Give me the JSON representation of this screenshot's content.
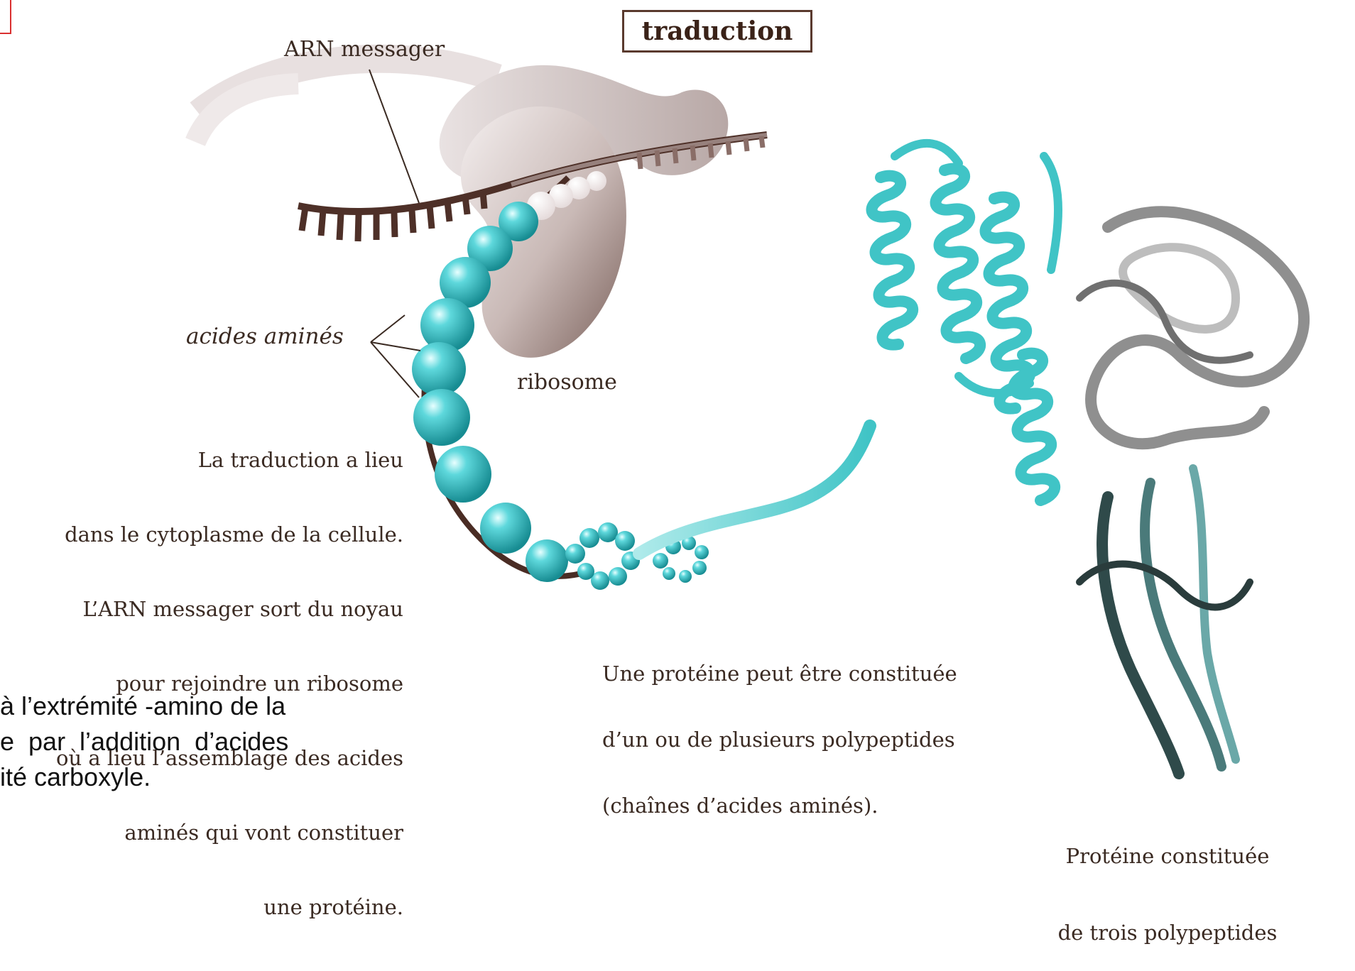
{
  "title": "traduction",
  "labels": {
    "mrna": "ARN messager",
    "amino_acids": "acides aminés",
    "ribosome": "ribosome"
  },
  "description": [
    "La traduction a lieu",
    "dans le cytoplasme de la cellule.",
    "L’ARN messager sort du noyau",
    "pour rejoindre un ribosome",
    "où a lieu l’assemblage des acides",
    "aminés qui vont constituer",
    "une protéine."
  ],
  "protein_note": [
    "Une protéine peut être constituée",
    "d’un ou de plusieurs polypeptides",
    "(chaînes d’acides aminés)."
  ],
  "final_protein": [
    "Protéine constituée",
    "de trois polypeptides"
  ],
  "slide_text": [
    "à l’extrémité -amino de la",
    "e  par  l’addition  d’acides",
    "ité carboxyle."
  ],
  "colors": {
    "amino_acid": "#3cc8cc",
    "ribosome": "#a08a86",
    "mrna": "#5a3a30",
    "helix": "#40c4c6",
    "grey_chain": "#9a9a9a",
    "dark_chain": "#2f4a4a",
    "frame": "#d93030"
  }
}
